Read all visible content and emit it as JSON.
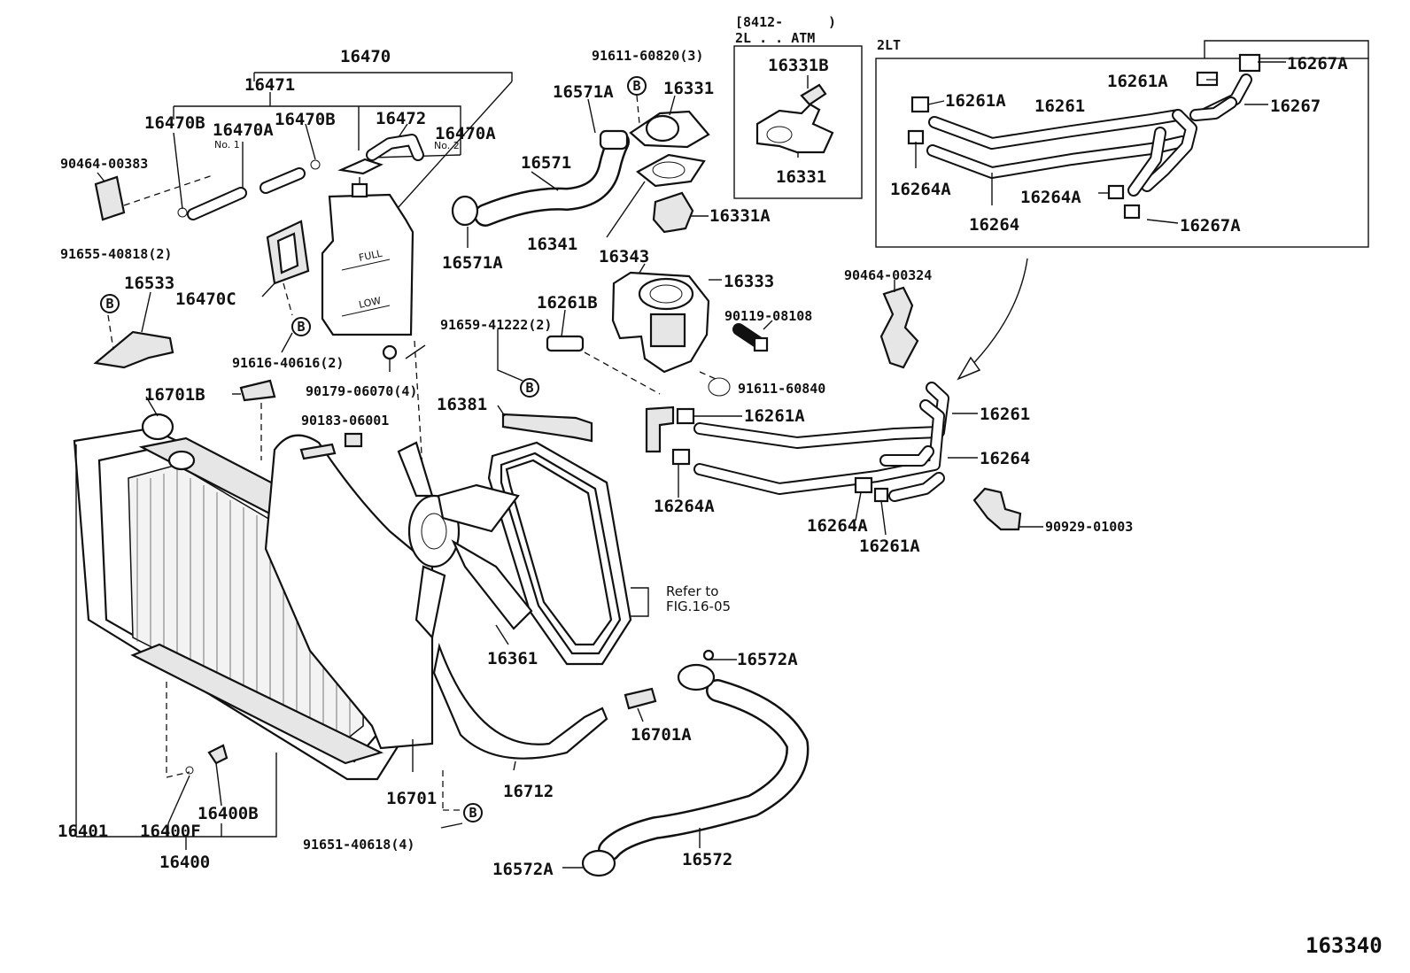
{
  "figure_number": "163340",
  "variant_box": {
    "line1": "[8412-",
    "line1_end": ")",
    "line2": "2L . . ATM"
  },
  "lt_box": {
    "label": "2LT"
  },
  "refer_note": {
    "line1": "Refer to",
    "line2": "FIG.16-05"
  },
  "bolt_symbol": "B",
  "labels": {
    "p16470": "16470",
    "p16471": "16471",
    "p16470B_l": "16470B",
    "p16470A_l": "16470A",
    "p16470B_r": "16470B",
    "p16472": "16472",
    "p16470A_r": "16470A",
    "no1": "No. 1",
    "no2": "No. 2",
    "p90464_00383": "90464-00383",
    "p91655_40818": "91655-40818(2)",
    "p16533": "16533",
    "p16470C": "16470C",
    "p91616_40616": "91616-40616(2)",
    "p16701B": "16701B",
    "p90179_06070": "90179-06070(4)",
    "p90183_06001": "90183-06001",
    "p91611_60820": "91611-60820(3)",
    "p16571A_top": "16571A",
    "p16331_top": "16331",
    "p16571": "16571",
    "p16341": "16341",
    "p16571A_bot": "16571A",
    "p16331A": "16331A",
    "p16343": "16343",
    "p16333": "16333",
    "p16261B": "16261B",
    "p91659_41222": "91659-41222(2)",
    "p90119_08108": "90119-08108",
    "p16381": "16381",
    "p91611_60840": "91611-60840",
    "p16331B": "16331B",
    "p16331_box": "16331",
    "p16261A_box1": "16261A",
    "p16261_box": "16261",
    "p16261A_box2": "16261A",
    "p16267A_top": "16267A",
    "p16267": "16267",
    "p16264A_box1": "16264A",
    "p16264A_box2": "16264A",
    "p16264_box": "16264",
    "p16267A_bot": "16267A",
    "p90464_00324": "90464-00324",
    "p16261A_mid": "16261A",
    "p16261_mid": "16261",
    "p16264_mid": "16264",
    "p16264A_mid": "16264A",
    "p16264A_low": "16264A",
    "p16261A_low": "16261A",
    "p90929_01003": "90929-01003",
    "p16361": "16361",
    "p16572A_top": "16572A",
    "p16701A": "16701A",
    "p16712": "16712",
    "p16701": "16701",
    "p16572": "16572",
    "p16572A_bot": "16572A",
    "p91651_40618": "91651-40618(4)",
    "p16401": "16401",
    "p16400F": "16400F",
    "p16400B": "16400B",
    "p16400": "16400"
  }
}
